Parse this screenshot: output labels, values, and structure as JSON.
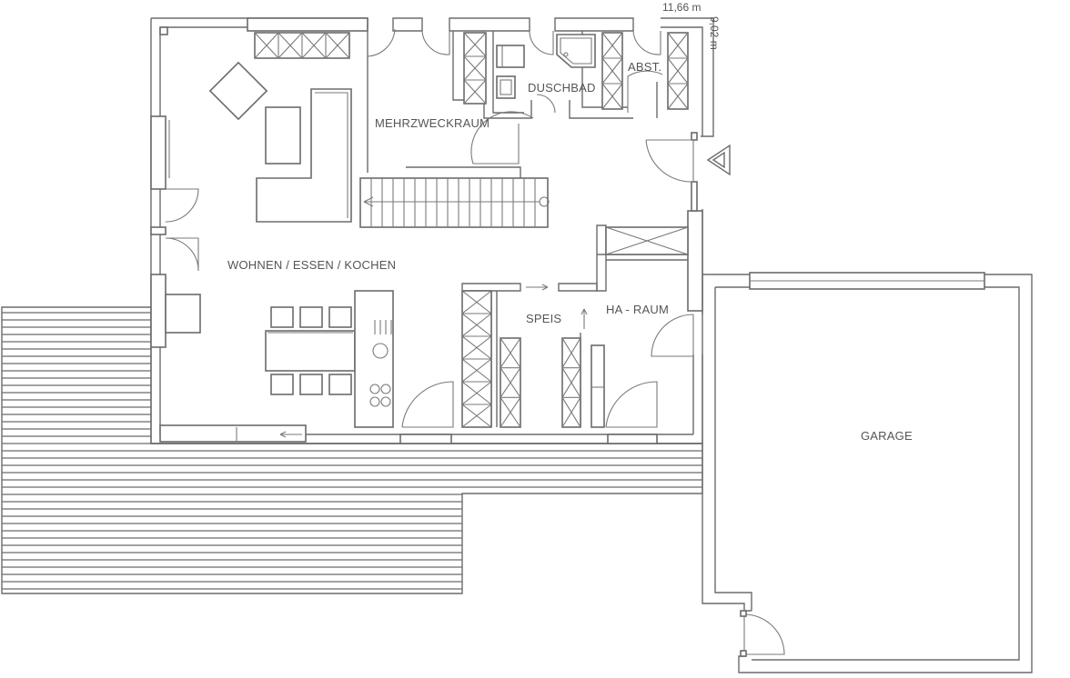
{
  "dimensions": {
    "width": "11,66 m",
    "depth": "9,02 m"
  },
  "rooms": {
    "living": "WOHNEN / ESSEN / KOCHEN",
    "utility": "MEHRZWECKRAUM",
    "shower": "DUSCHBAD",
    "storage": "ABST.",
    "pantry": "SPEIS",
    "technical": "HA - RAUM",
    "garage": "GARAGE"
  },
  "icons": {
    "entrance": "entrance-arrow-icon",
    "stairs": "stair-direction-icon"
  },
  "colors": {
    "line": "#6b6b6b",
    "text": "#555555",
    "background": "#ffffff"
  }
}
